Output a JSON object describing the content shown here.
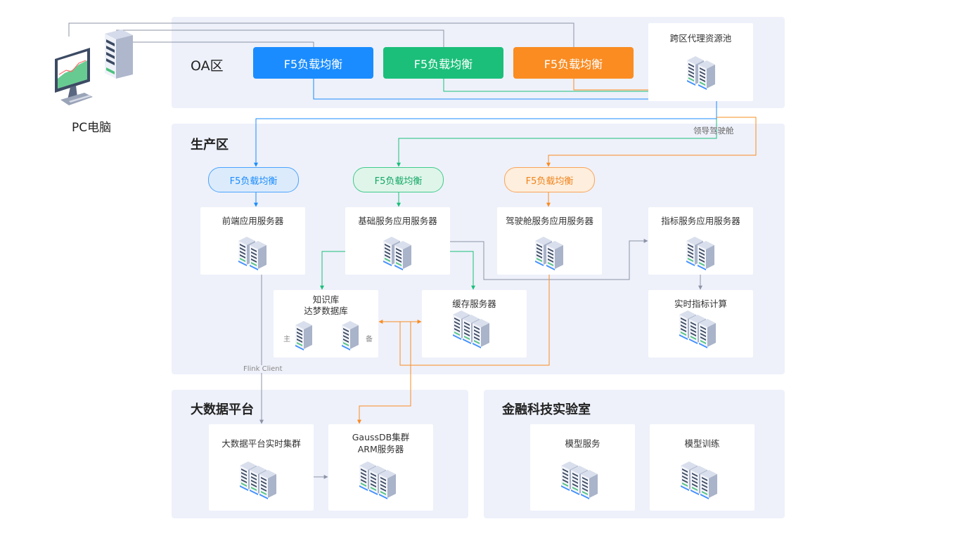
{
  "pc": {
    "label": "PC电脑",
    "icon": "pc-monitor-icon",
    "server_icon": "tower-server-icon"
  },
  "zones": {
    "oa": "OA区",
    "production": "生产区",
    "bigdata": "大数据平台",
    "fintech": "金融科技实验室"
  },
  "oa": {
    "f5_buttons": [
      {
        "label": "F5负载均衡",
        "color": "#1a8cff"
      },
      {
        "label": "F5负载均衡",
        "color": "#1bbf7a"
      },
      {
        "label": "F5负载均衡",
        "color": "#fa8c22"
      }
    ],
    "proxy_pool": "跨区代理资源池"
  },
  "production": {
    "f5_pills": [
      {
        "label": "F5负载均衡",
        "color": "#1a8cff"
      },
      {
        "label": "F5负载均衡",
        "color": "#1bbf7a"
      },
      {
        "label": "F5负载均衡",
        "color": "#fa8c22"
      }
    ],
    "servers": {
      "frontend": "前端应用服务器",
      "base": "基础服务应用服务器",
      "cockpit": "驾驶舱服务应用服务器",
      "indicator": "指标服务应用服务器",
      "knowledge": "知识库",
      "dameng": "达梦数据库",
      "primary": "主",
      "backup": "备",
      "cache": "缓存服务器",
      "realtime_indicator": "实时指标计算"
    },
    "cockpit_route_label": "领导驾驶舱"
  },
  "bigdata": {
    "realtime_cluster": "大数据平台实时集群",
    "gauss_line1": "GaussDB集群",
    "gauss_line2": "ARM服务器",
    "flink_label": "Flink Client"
  },
  "fintech": {
    "model_service": "模型服务",
    "model_training": "模型训练"
  },
  "colors": {
    "blue": "#1a8cff",
    "green": "#1bbf7a",
    "orange": "#fa8c22",
    "gray": "#8c93a6",
    "zone_bg": "#eef1fa"
  }
}
